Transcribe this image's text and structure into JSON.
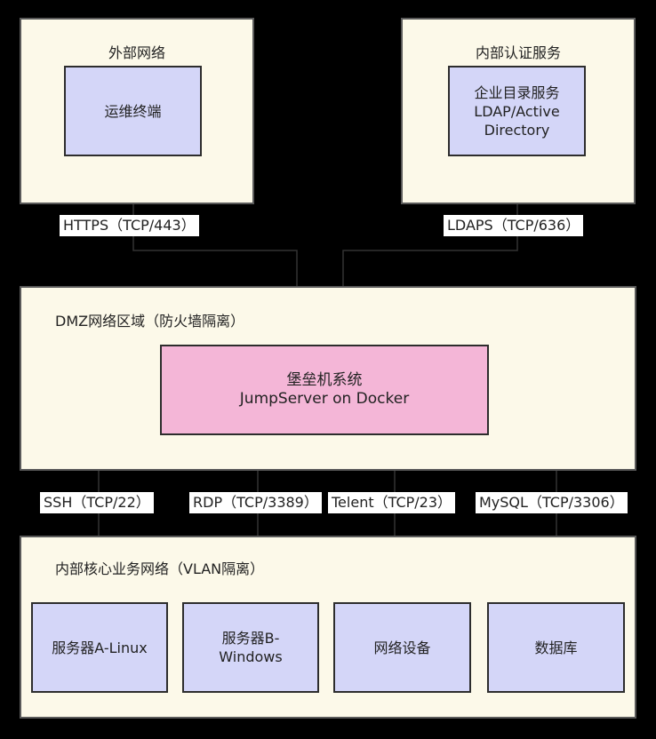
{
  "colors": {
    "background": "#000000",
    "zone_fill": "#fcf9e9",
    "node_fill": "#d4d6f8",
    "core_fill": "#f4b6d7",
    "edge": "#333333",
    "label_bg": "#ffffff"
  },
  "zones": {
    "external": {
      "title": "外部网络"
    },
    "auth": {
      "title": "内部认证服务"
    },
    "dmz": {
      "title": "DMZ网络区域（防火墙隔离）"
    },
    "core": {
      "title": "内部核心业务网络（VLAN隔离）"
    }
  },
  "nodes": {
    "terminal": {
      "lines": [
        "运维终端"
      ]
    },
    "ldap": {
      "lines": [
        "企业目录服务",
        "LDAP/Active",
        "Directory"
      ]
    },
    "bastion": {
      "lines": [
        "堡垒机系统",
        "JumpServer on Docker"
      ]
    },
    "server_a": {
      "lines": [
        "服务器A-Linux"
      ]
    },
    "server_b": {
      "lines": [
        "服务器B-",
        "Windows"
      ]
    },
    "network": {
      "lines": [
        "网络设备"
      ]
    },
    "database": {
      "lines": [
        "数据库"
      ]
    }
  },
  "edges": {
    "https": "HTTPS（TCP/443）",
    "ldaps": "LDAPS（TCP/636）",
    "ssh": "SSH（TCP/22）",
    "rdp": "RDP（TCP/3389）",
    "telnet": "Telent（TCP/23）",
    "mysql": "MySQL（TCP/3306）"
  }
}
